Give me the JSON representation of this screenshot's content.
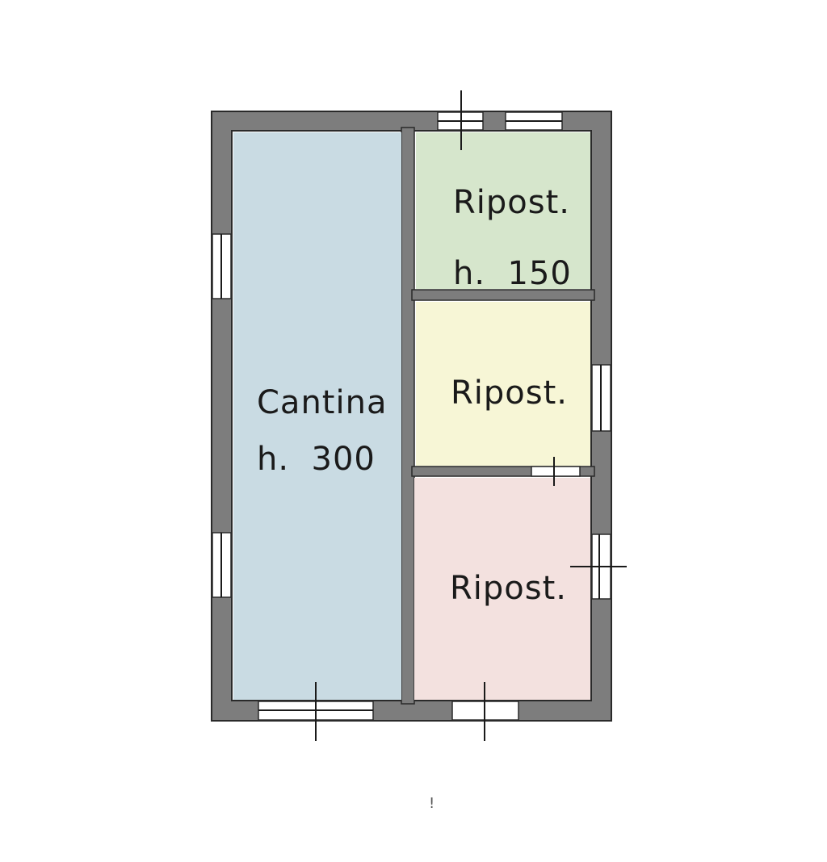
{
  "colors": {
    "wall": "#7d7d7d",
    "cantina_fill": "#c9dbe3",
    "ripost_top_fill": "#d6e6cc",
    "ripost_mid_fill": "#f7f6d6",
    "ripost_bottom_fill": "#f3e1df"
  },
  "rooms": [
    {
      "name": "Cantina",
      "height": "h.  300",
      "fill": "#c9dbe3"
    },
    {
      "name": "Ripost.",
      "height": "h.  150",
      "fill": "#d6e6cc"
    },
    {
      "name": "Ripost.",
      "height": "",
      "fill": "#f7f6d6"
    },
    {
      "name": "Ripost.",
      "height": "",
      "fill": "#f3e1df"
    }
  ],
  "footer_mark": "!"
}
